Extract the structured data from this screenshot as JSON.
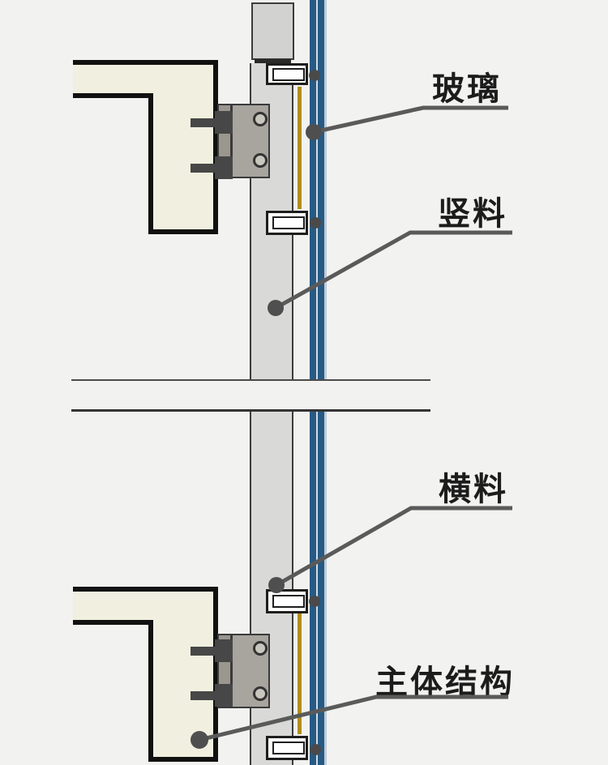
{
  "diagram": {
    "type": "curtain-wall-vertical-section-detail",
    "labels": {
      "glass": "玻璃",
      "vertical_mullion": "竖料",
      "horizontal_rail": "横料",
      "main_structure": "主体结构"
    },
    "colors": {
      "background": "#f2f2f0",
      "concrete_fill": "#f1efdf",
      "outline_black": "#111111",
      "mullion_gray": "#d9d9d7",
      "bracket_gray": "#a8a49e",
      "bolt_dark": "#474747",
      "glass_blue": "#275a84",
      "gasket_yellow": "#b08d1e",
      "leader_gray": "#5a5a5a",
      "text_color": "#1c1c1c"
    }
  }
}
